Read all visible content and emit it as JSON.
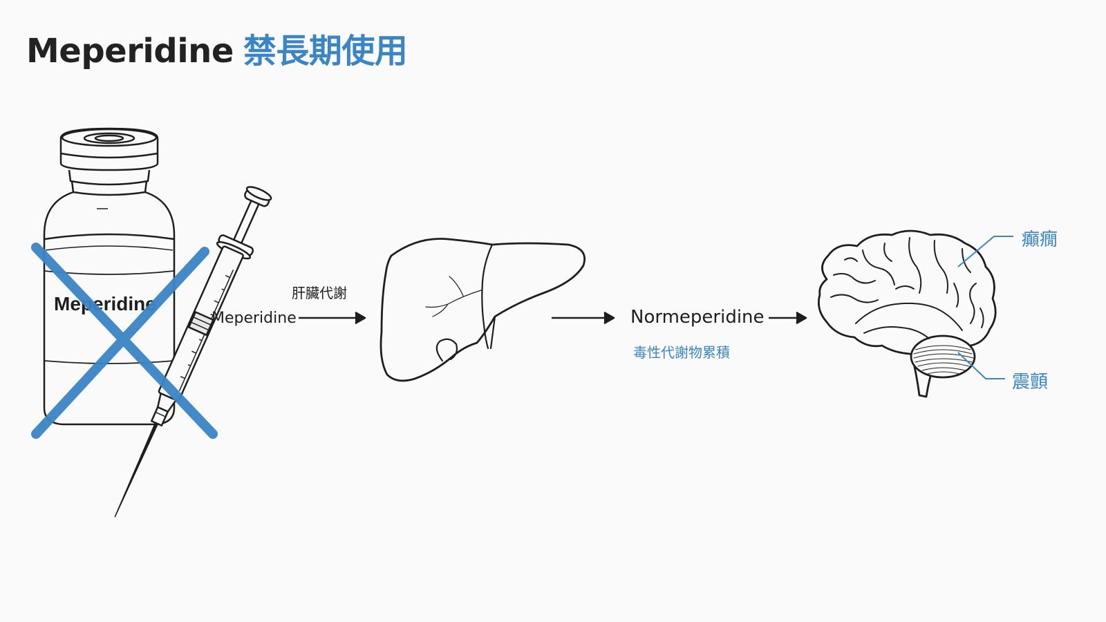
{
  "title": {
    "drug": "Meperidine",
    "warning": "禁長期使用"
  },
  "vial": {
    "label": "Meperidine"
  },
  "flow": {
    "drug_label": "Meperidine",
    "metabolism_label": "肝臟代謝",
    "metabolite_label": "Normeperidine",
    "toxic_label": "毒性代謝物累積"
  },
  "effects": {
    "seizure": "癲癇",
    "tremor": "震顫"
  },
  "colors": {
    "accent": "#3a85c6",
    "ink": "#1e1e1e"
  },
  "icons": [
    "vial-icon",
    "syringe-icon",
    "cross-mark-icon",
    "liver-icon",
    "brain-icon",
    "arrow-icon"
  ]
}
